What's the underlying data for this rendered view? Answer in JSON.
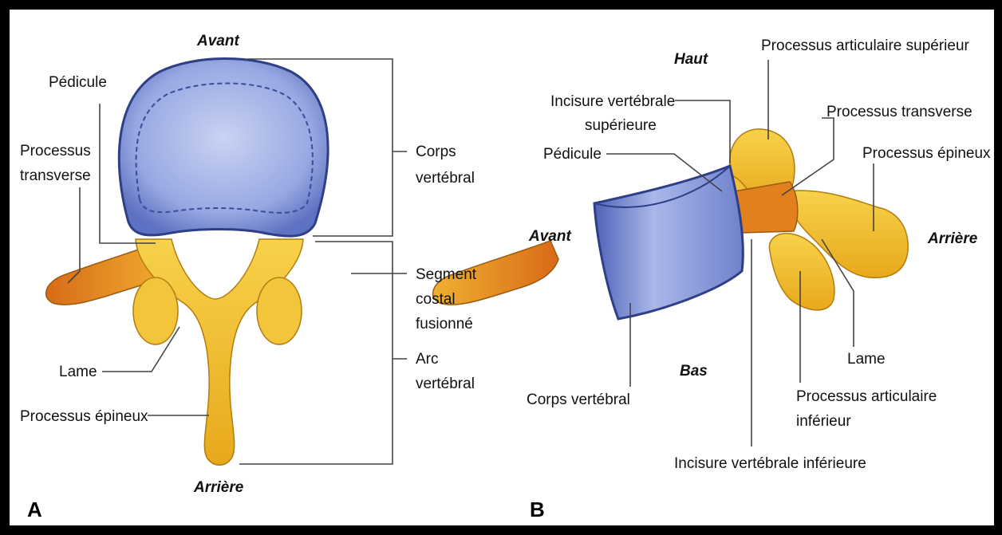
{
  "panel_a": {
    "letter": "A",
    "orientation": {
      "top": "Avant",
      "bottom": "Arrière"
    },
    "labels": {
      "pedicule": "Pédicule",
      "processus_transverse_1": "Processus",
      "processus_transverse_2": "transverse",
      "lame": "Lame",
      "processus_epineux": "Processus épineux",
      "corps_vertebral_1": "Corps",
      "corps_vertebral_2": "vertébral",
      "segment_costal_1": "Segment",
      "segment_costal_2": "costal",
      "segment_costal_3": "fusionné",
      "arc_vertebral_1": "Arc",
      "arc_vertebral_2": "vertébral"
    }
  },
  "panel_b": {
    "letter": "B",
    "orientation": {
      "top": "Haut",
      "bottom": "Bas",
      "left": "Avant",
      "right": "Arrière"
    },
    "labels": {
      "processus_articulaire_superieur": "Processus articulaire supérieur",
      "incisure_superieure_1": "Incisure vertébrale",
      "incisure_superieure_2": "supérieure",
      "processus_transverse": "Processus transverse",
      "pedicule": "Pédicule",
      "processus_epineux": "Processus épineux",
      "lame": "Lame",
      "processus_articulaire_inferieur_1": "Processus articulaire",
      "processus_articulaire_inferieur_2": "inférieur",
      "corps_vertebral": "Corps vertébral",
      "incisure_inferieure": "Incisure vertébrale inférieure"
    }
  },
  "colors": {
    "body_blue": "#8e9fdc",
    "body_blue_dark": "#3a4c9a",
    "bone_yellow": "#f2c230",
    "bone_orange": "#e07a1e",
    "frame": "#000000"
  }
}
